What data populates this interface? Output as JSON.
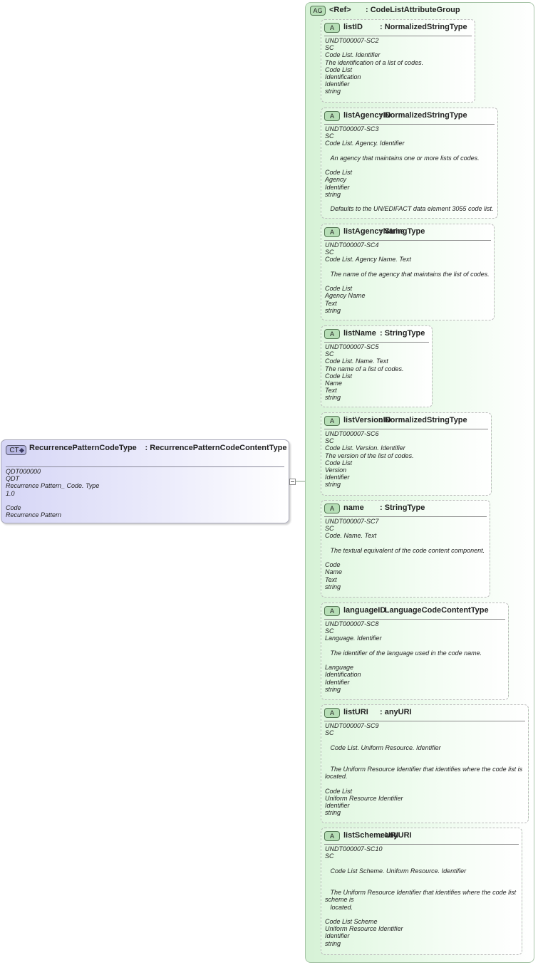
{
  "complex_type": {
    "badge": "CT",
    "name": "RecurrencePatternCodeType",
    "type": ": RecurrencePatternCodeContentType",
    "details": "QDT000000\nQDT\nRecurrence Pattern_ Code. Type\n1.0\n\nCode\nRecurrence Pattern"
  },
  "attribute_group": {
    "badge": "AG",
    "ref_label": "<Ref>",
    "type": ": CodeListAttributeGroup"
  },
  "attributes": [
    {
      "badge": "A",
      "name": "listID",
      "type": ": NormalizedStringType",
      "details": "UNDT000007-SC2\nSC\nCode List. Identifier\nThe identification of a list of codes.\nCode List\nIdentification\nIdentifier\nstring"
    },
    {
      "badge": "A",
      "name": "listAgencyID",
      "type": ": NormalizedStringType",
      "details": "UNDT000007-SC3\nSC\nCode List. Agency. Identifier\n\n   An agency that maintains one or more lists of codes.\n\nCode List\nAgency\nIdentifier\nstring\n\n   Defaults to the UN/EDIFACT data element 3055 code list."
    },
    {
      "badge": "A",
      "name": "listAgencyName",
      "type": ": StringType",
      "details": "UNDT000007-SC4\nSC\nCode List. Agency Name. Text\n\n   The name of the agency that maintains the list of codes.\n\nCode List\nAgency Name\nText\nstring"
    },
    {
      "badge": "A",
      "name": "listName",
      "type": ": StringType",
      "details": "UNDT000007-SC5\nSC\nCode List. Name. Text\nThe name of a list of codes.\nCode List\nName\nText\nstring"
    },
    {
      "badge": "A",
      "name": "listVersionID",
      "type": ": NormalizedStringType",
      "details": "UNDT000007-SC6\nSC\nCode List. Version. Identifier\nThe version of the list of codes.\nCode List\nVersion\nIdentifier\nstring"
    },
    {
      "badge": "A",
      "name": "name",
      "type": ": StringType",
      "details": "UNDT000007-SC7\nSC\nCode. Name. Text\n\n   The textual equivalent of the code content component.\n\nCode\nName\nText\nstring"
    },
    {
      "badge": "A",
      "name": "languageID",
      "type": ": LanguageCodeContentType",
      "details": "UNDT000007-SC8\nSC\nLanguage. Identifier\n\n   The identifier of the language used in the code name.\n\nLanguage\nIdentification\nIdentifier\nstring"
    },
    {
      "badge": "A",
      "name": "listURI",
      "type": ": anyURI",
      "details": "UNDT000007-SC9\nSC\n\n   Code List. Uniform Resource. Identifier\n\n\n   The Uniform Resource Identifier that identifies where the code list is\nlocated.\n\nCode List\nUniform Resource Identifier\nIdentifier\nstring"
    },
    {
      "badge": "A",
      "name": "listSchemeURI",
      "type": ": anyURI",
      "details": "UNDT000007-SC10\nSC\n\n   Code List Scheme. Uniform Resource. Identifier\n\n\n   The Uniform Resource Identifier that identifies where the code list\nscheme is\n   located.\n\nCode List Scheme\nUniform Resource Identifier\nIdentifier\nstring"
    }
  ]
}
